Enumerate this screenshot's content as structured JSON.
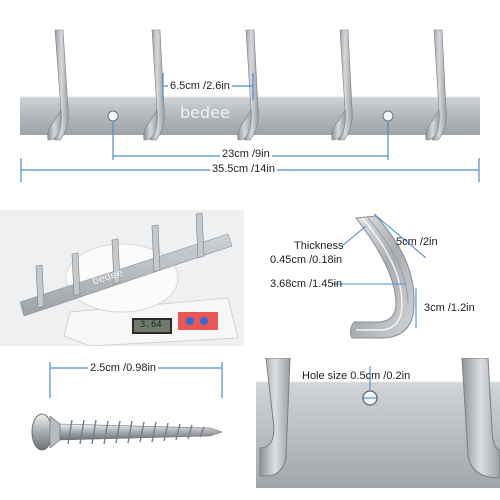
{
  "brand": "bedee",
  "top": {
    "hook_spacing": "6.5cm /2.6in",
    "hole_distance": "23cm /9in",
    "total_length": "35.5cm /14in"
  },
  "hook_detail": {
    "thickness_label": "Thickness",
    "thickness_value": "0.45cm /0.18in",
    "height": "5cm /2in",
    "depth": "3.68cm /1.45in",
    "tip": "3cm /1.2in"
  },
  "screw": {
    "length": "2.5cm /0.98in"
  },
  "hole": {
    "size": "Hole size 0.5cm /0.2in"
  },
  "scale": {
    "display": "3.64"
  },
  "colors": {
    "dimension_line": "#4a8fd6",
    "metal": "#b8bcc0"
  }
}
